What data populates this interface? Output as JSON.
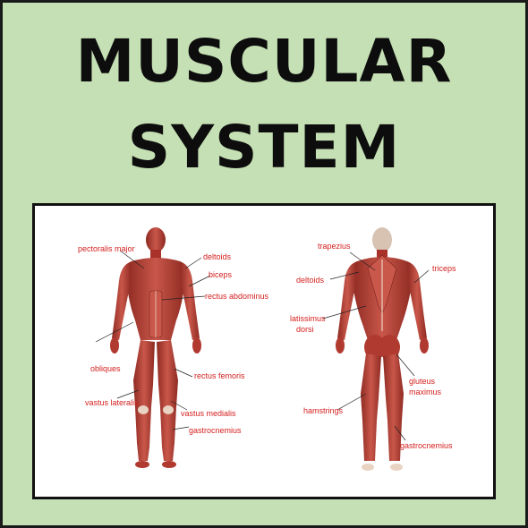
{
  "title": {
    "line1": "MUSCULAR",
    "line2": "SYSTEM"
  },
  "front_labels": {
    "pectoralis_major": "pectoralis major",
    "deltoids": "deltoids",
    "biceps": "biceps",
    "rectus_abdominus": "rectus abdominus",
    "obliques": "obliques",
    "rectus_femoris": "rectus femoris",
    "vastus_lateralis": "vastus lateralis",
    "vastus_medialis": "vastus medialis",
    "gastrocnemius": "gastrocnemius"
  },
  "back_labels": {
    "trapezius": "trapezius",
    "deltoids": "deltoids",
    "triceps": "triceps",
    "latissimus_line1": "latissimus",
    "latissimus_line2": "dorsi",
    "gluteus_line1": "gluteus",
    "gluteus_line2": "maximus",
    "hamstrings": "hamstrings",
    "gastrocnemius": "gastrocnemius"
  },
  "colors": {
    "background": "#c5e0b4",
    "label": "#d42020",
    "muscle": "#a8322a",
    "muscle_light": "#c9574a",
    "tendon": "#e9d3c3"
  }
}
